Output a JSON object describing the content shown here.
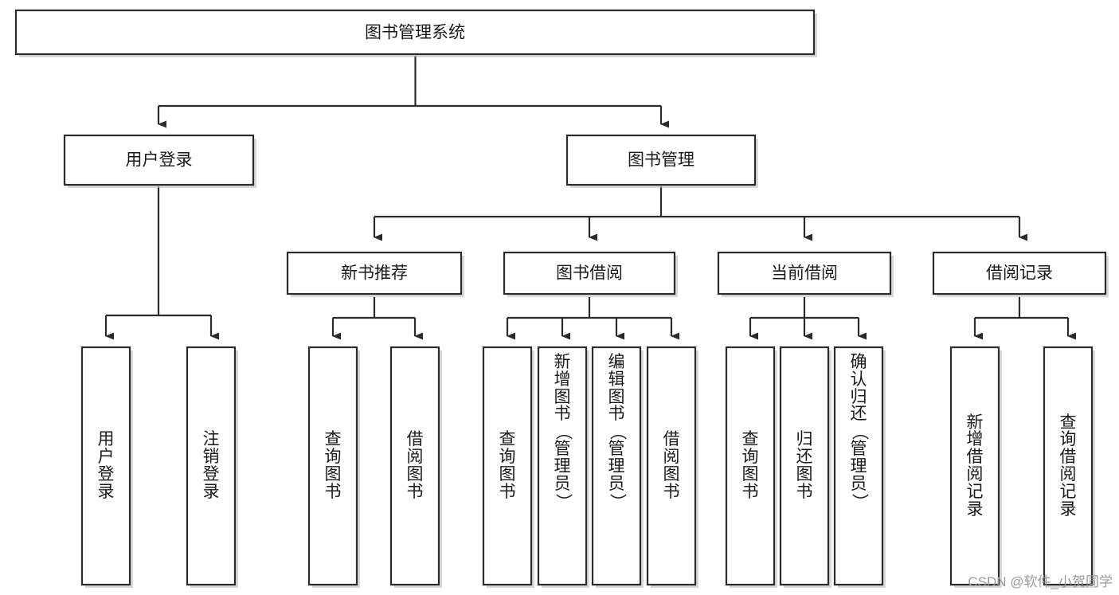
{
  "diagram": {
    "type": "tree-hierarchy-diagram",
    "title": "图书管理系统",
    "colors": {
      "box_fill": "#ffffff",
      "box_stroke": "#2b2b2b",
      "connector": "#2b2b2b",
      "text": "#1a1a1a",
      "watermark": "#9a9a9a",
      "background": "#ffffff"
    },
    "levels": {
      "level1": [
        {
          "id": "root",
          "label": "图书管理系统",
          "orientation": "horizontal"
        }
      ],
      "level2": [
        {
          "id": "user-login",
          "label": "用户登录",
          "orientation": "horizontal"
        },
        {
          "id": "book-manage",
          "label": "图书管理",
          "orientation": "horizontal"
        }
      ],
      "level3": [
        {
          "id": "new-book-recommend",
          "label": "新书推荐",
          "orientation": "horizontal",
          "parent": "book-manage"
        },
        {
          "id": "book-borrow",
          "label": "图书借阅",
          "orientation": "horizontal",
          "parent": "book-manage"
        },
        {
          "id": "current-borrow",
          "label": "当前借阅",
          "orientation": "horizontal",
          "parent": "book-manage"
        },
        {
          "id": "borrow-record",
          "label": "借阅记录",
          "orientation": "horizontal",
          "parent": "book-manage"
        }
      ],
      "level4": [
        {
          "id": "leaf-user-login",
          "label": "用户登录",
          "orientation": "vertical",
          "parent": "user-login"
        },
        {
          "id": "leaf-logout",
          "label": "注销登录",
          "orientation": "vertical",
          "parent": "user-login"
        },
        {
          "id": "leaf-query-book-1",
          "label": "查询图书",
          "orientation": "vertical",
          "parent": "new-book-recommend"
        },
        {
          "id": "leaf-borrow-book-1",
          "label": "借阅图书",
          "orientation": "vertical",
          "parent": "new-book-recommend"
        },
        {
          "id": "leaf-query-book-2",
          "label": "查询图书",
          "orientation": "vertical",
          "parent": "book-borrow"
        },
        {
          "id": "leaf-add-book",
          "label": "新增图书（管理员）",
          "orientation": "vertical",
          "parent": "book-borrow"
        },
        {
          "id": "leaf-edit-book",
          "label": "编辑图书（管理员）",
          "orientation": "vertical",
          "parent": "book-borrow"
        },
        {
          "id": "leaf-borrow-book-2",
          "label": "借阅图书",
          "orientation": "vertical",
          "parent": "book-borrow"
        },
        {
          "id": "leaf-query-book-3",
          "label": "查询图书",
          "orientation": "vertical",
          "parent": "current-borrow"
        },
        {
          "id": "leaf-return-book",
          "label": "归还图书",
          "orientation": "vertical",
          "parent": "current-borrow"
        },
        {
          "id": "leaf-confirm-return",
          "label": "确认归还（管理员）",
          "orientation": "vertical",
          "parent": "current-borrow"
        },
        {
          "id": "leaf-add-record",
          "label": "新增借阅记录",
          "orientation": "vertical",
          "parent": "borrow-record"
        },
        {
          "id": "leaf-query-record",
          "label": "查询借阅记录",
          "orientation": "vertical",
          "parent": "borrow-record"
        }
      ]
    }
  },
  "watermark": {
    "text": "CSDN @软件_小贺同学"
  }
}
